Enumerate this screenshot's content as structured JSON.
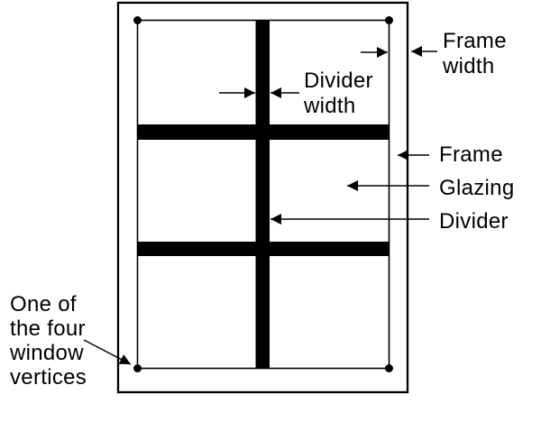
{
  "diagram": {
    "kind": "window-anatomy-diagram",
    "colors": {
      "line": "#000000",
      "divider_fill": "#000000",
      "background": "#ffffff",
      "glazing_fill": "#ffffff",
      "text": "#000000"
    },
    "figure": {
      "glazing_pane_count": 6,
      "pane_grid": "2 columns x 3 rows",
      "horizontal_divider_count": 2,
      "vertical_divider_count": 1,
      "window_vertex_count": 4
    },
    "labels": {
      "frame_width": "Frame\nwidth",
      "divider_width": "Divider\nwidth",
      "frame": "Frame",
      "glazing": "Glazing",
      "divider": "Divider",
      "window_vertices": "One of\nthe four\nwindow\nvertices"
    }
  }
}
